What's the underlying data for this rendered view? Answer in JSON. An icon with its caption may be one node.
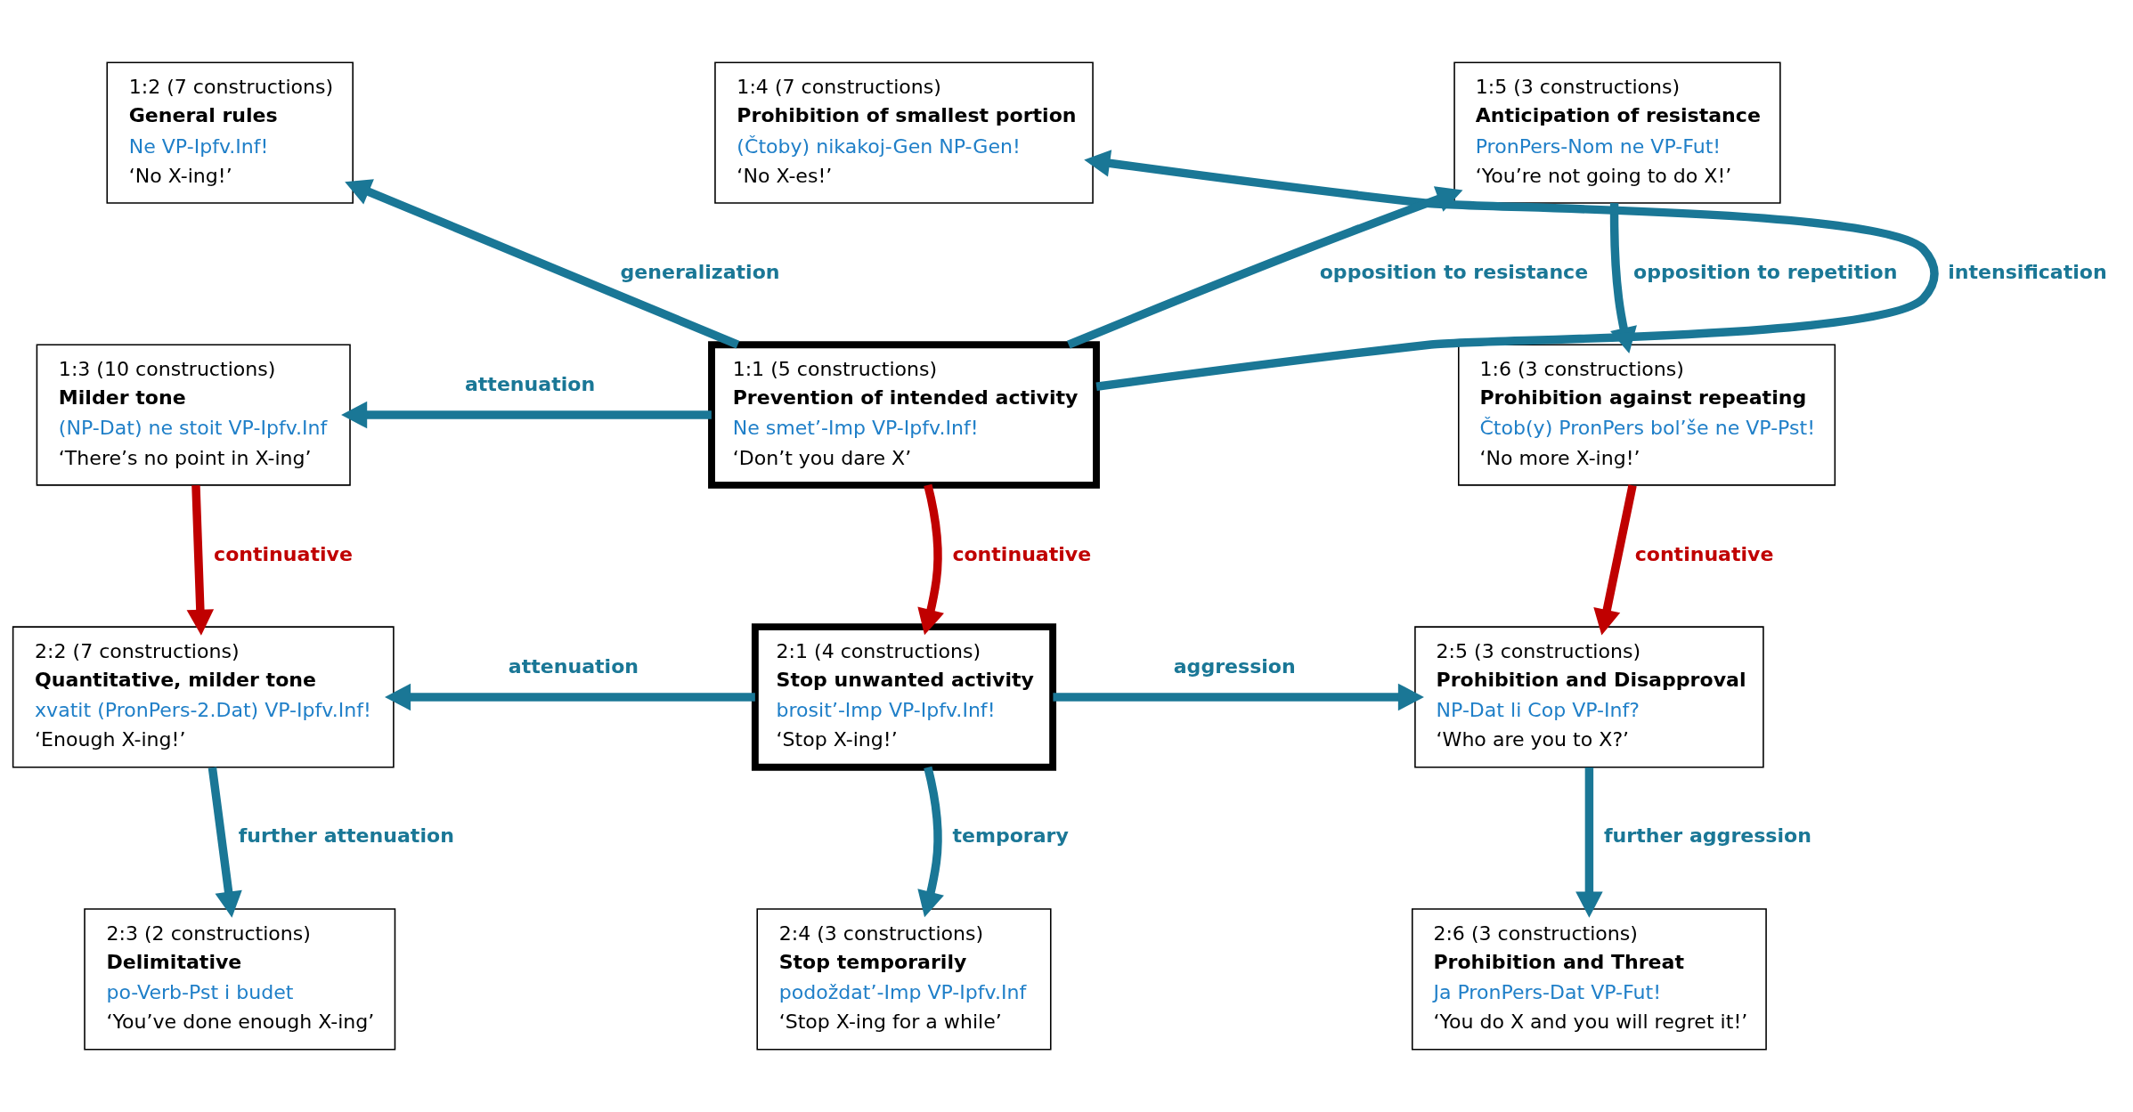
{
  "diagram": {
    "nodes": [
      {
        "text": [
          "1:2 (7 constructions)",
          "General rules",
          "Ne VP-Ipfv.Inf!",
          "‘No X-ing!’"
        ]
      },
      {
        "text": [
          "1:4 (7 constructions)",
          "Prohibition of smallest portion",
          "(Čtoby) nikakoj-Gen NP-Gen!",
          "‘No X-es!’"
        ]
      },
      {
        "text": [
          "1:5 (3 constructions)",
          "Anticipation of resistance",
          "PronPers-Nom ne VP-Fut!",
          "‘You’re not going to do X!’"
        ]
      },
      {
        "text": [
          "1:3 (10 constructions)",
          "Milder tone",
          "(NP-Dat) ne stoit VP-Ipfv.Inf",
          "‘There’s no point in X-ing’"
        ]
      },
      {
        "text": [
          "1:1 (5 constructions)",
          "Prevention of intended activity",
          "Ne smet’-Imp VP-Ipfv.Inf!",
          "‘Don’t you dare X’"
        ]
      },
      {
        "text": [
          "1:6 (3 constructions)",
          "Prohibition against repeating",
          "Čtob(y) PronPers bol’še ne VP-Pst!",
          "‘No more X-ing!’"
        ]
      },
      {
        "text": [
          "2:2 (7 constructions)",
          "Quantitative, milder tone",
          "xvatit (PronPers-2.Dat) VP-Ipfv.Inf!",
          "‘Enough X-ing!’"
        ]
      },
      {
        "text": [
          "2:1 (4 constructions)",
          "Stop unwanted activity",
          "brosit’-Imp VP-Ipfv.Inf!",
          "‘Stop X-ing!’"
        ]
      },
      {
        "text": [
          "2:5 (3 constructions)",
          "Prohibition and Disapproval",
          "NP-Dat li Cop VP-Inf?",
          "‘Who are you to X?’"
        ]
      },
      {
        "text": [
          "2:3 (2 constructions)",
          "Delimitative",
          "po-Verb-Pst i budet",
          "‘You’ve done enough X-ing’"
        ]
      },
      {
        "text": [
          "2:4 (3 constructions)",
          "Stop temporarily",
          "podoždat’-Imp VP-Ipfv.Inf",
          "‘Stop X-ing for a while’"
        ]
      },
      {
        "text": [
          "2:6 (3 constructions)",
          "Prohibition and Threat",
          "Ja PronPers-Dat VP-Fut!",
          "‘You do X and you will regret it!’"
        ]
      }
    ],
    "edges": [
      {
        "from": 4,
        "to": 0,
        "arrow": "to",
        "label": "generalization"
      },
      {
        "from": 4,
        "to": 1,
        "arrow": "to",
        "label": "intensification"
      },
      {
        "from": 4,
        "to": 2,
        "arrow": "to",
        "label": "opposition to resistance"
      },
      {
        "from": 4,
        "to": 3,
        "arrow": "to",
        "label": "attenuation"
      },
      {
        "from": 2,
        "to": 5,
        "arrow": "to",
        "label": "opposition to repetition"
      },
      {
        "from": 4,
        "to": 7,
        "arrow": "to",
        "label": "continuative",
        "color": "#c00000"
      },
      {
        "from": 3,
        "to": 6,
        "arrow": "to",
        "label": "continuative",
        "color": "#c00000"
      },
      {
        "from": 5,
        "to": 8,
        "arrow": "to",
        "label": "continuative",
        "color": "#c00000"
      },
      {
        "from": 7,
        "to": 6,
        "arrow": "to",
        "label": "attenuation"
      },
      {
        "from": 7,
        "to": 8,
        "arrow": "to",
        "label": "aggression"
      },
      {
        "from": 7,
        "to": 10,
        "arrow": "to",
        "label": "temporary"
      },
      {
        "from": 6,
        "to": 9,
        "arrow": "to",
        "label": "further attenuation"
      },
      {
        "from": 8,
        "to": 11,
        "arrow": "to",
        "label": "further aggression"
      }
    ]
  }
}
